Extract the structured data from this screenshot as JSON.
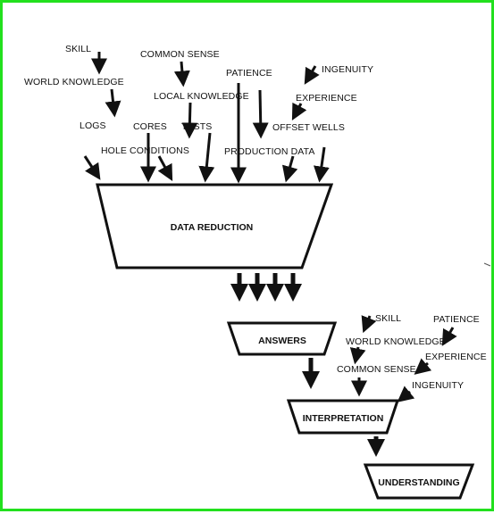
{
  "colors": {
    "border": "#22e01e",
    "ink": "#111111",
    "background": "#ffffff"
  },
  "inputs_top": {
    "skill": "SKILL",
    "world_knowledge": "WORLD KNOWLEDGE",
    "common_sense": "COMMON SENSE",
    "patience": "PATIENCE",
    "ingenuity": "INGENUITY",
    "local_knowledge": "LOCAL KNOWLEDGE",
    "experience": "EXPERIENCE",
    "logs": "LOGS",
    "cores": "CORES",
    "tests": "TESTS",
    "offset_wells": "OFFSET WELLS",
    "hole_conditions": "HOLE CONDITIONS",
    "production_data": "PRODUCTION DATA"
  },
  "stages": {
    "data_reduction": "DATA REDUCTION",
    "answers": "ANSWERS",
    "interpretation": "INTERPRETATION",
    "understanding": "UNDERSTANDING"
  },
  "inputs_interpretation": {
    "skill": "SKILL",
    "patience": "PATIENCE",
    "world_knowledge": "WORLD KNOWLEDGE",
    "experience": "EXPERIENCE",
    "common_sense": "COMMON SENSE",
    "ingenuity": "INGENUITY"
  }
}
